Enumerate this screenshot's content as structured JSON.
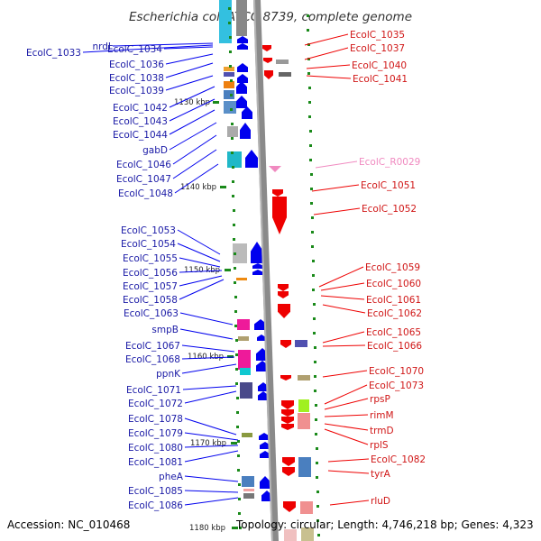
{
  "title": "Escherichia coli ATCC 8739, complete genome",
  "footer": {
    "accession": "Accession: NC_010468",
    "topology": "Topology: circular; Length: 4,746,218 bp; Genes: 4,323",
    "scale_label": "1180 kbp"
  },
  "colors": {
    "forward_strand": "#0000ee",
    "reverse_strand": "#ee0000",
    "rna": "#f08ac0",
    "backbone": "#8a8a8a",
    "kbp_tick": "#1a8a1a"
  },
  "kbp_ticks": [
    "1130 kbp",
    "1140 kbp",
    "1150 kbp",
    "1160 kbp",
    "1170 kbp"
  ],
  "left_genes": [
    "nrdI",
    "EcolC_1033",
    "EcolC_1034",
    "EcolC_1036",
    "EcolC_1038",
    "EcolC_1039",
    "EcolC_1042",
    "EcolC_1043",
    "EcolC_1044",
    "gabD",
    "EcolC_1046",
    "EcolC_1047",
    "EcolC_1048",
    "EcolC_1053",
    "EcolC_1054",
    "EcolC_1055",
    "EcolC_1056",
    "EcolC_1057",
    "EcolC_1058",
    "EcolC_1063",
    "smpB",
    "EcolC_1067",
    "EcolC_1068",
    "ppnK",
    "EcolC_1071",
    "EcolC_1072",
    "EcolC_1078",
    "EcolC_1079",
    "EcolC_1080",
    "EcolC_1081",
    "pheA",
    "EcolC_1085",
    "EcolC_1086"
  ],
  "right_genes": [
    "EcolC_1035",
    "EcolC_1037",
    "EcolC_1040",
    "EcolC_1041",
    "EcolC_R0029",
    "EcolC_1051",
    "EcolC_1052",
    "EcolC_1059",
    "EcolC_1060",
    "EcolC_1061",
    "EcolC_1062",
    "EcolC_1065",
    "EcolC_1066",
    "EcolC_1070",
    "EcolC_1073",
    "rpsP",
    "rimM",
    "trmD",
    "rplS",
    "EcolC_1082",
    "tyrA",
    "rluD"
  ]
}
